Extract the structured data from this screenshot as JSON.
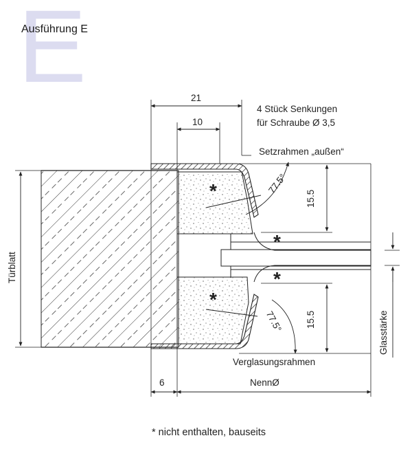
{
  "variant": {
    "letter": "E",
    "title": "Ausführung E"
  },
  "dimensions": {
    "width_overall": "21",
    "width_inner": "10",
    "height_upper": "15.5",
    "height_lower": "15.5",
    "offset": "6",
    "nominal": "NennØ"
  },
  "angles": {
    "upper": "77.5°",
    "lower": "77.5°"
  },
  "labels": {
    "countersinks_line1": "4 Stück Senkungen",
    "countersinks_line2": "für Schraube Ø 3,5",
    "outer_frame": "Setzrahmen „außen“",
    "glazing_frame": "Verglasungsrahmen",
    "door_leaf": "Türblatt",
    "glass_thickness": "Glasstärke"
  },
  "markers": {
    "asterisk": "*"
  },
  "footnote": "* nicht enthalten, bauseits",
  "colors": {
    "ink": "#222222",
    "accent_letter": "#dcdcf0"
  }
}
